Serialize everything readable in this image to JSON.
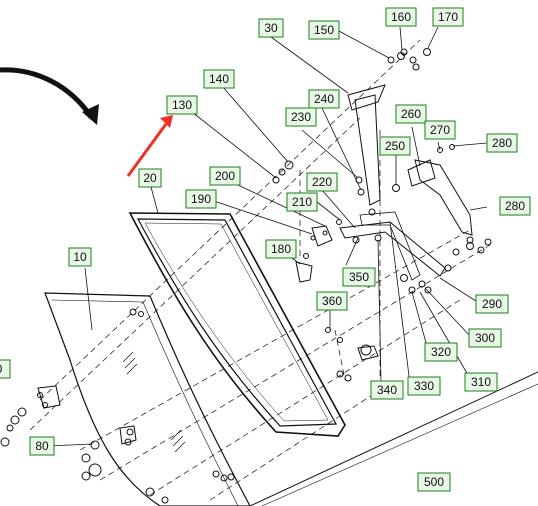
{
  "colors": {
    "callout_border": "#1a7f1a",
    "callout_fill": "#e8f7e6",
    "line": "#111111",
    "arrow_red": "#ee3124",
    "background": "#ffffff"
  },
  "callouts": [
    {
      "id": "c10",
      "label": "10"
    },
    {
      "id": "c20",
      "label": "20"
    },
    {
      "id": "c30",
      "label": "30"
    },
    {
      "id": "c80",
      "label": "80"
    },
    {
      "id": "c130",
      "label": "130"
    },
    {
      "id": "c140",
      "label": "140"
    },
    {
      "id": "c150",
      "label": "150"
    },
    {
      "id": "c160",
      "label": "160"
    },
    {
      "id": "c170",
      "label": "170"
    },
    {
      "id": "c180",
      "label": "180"
    },
    {
      "id": "c190",
      "label": "190"
    },
    {
      "id": "c200",
      "label": "200"
    },
    {
      "id": "c210",
      "label": "210"
    },
    {
      "id": "c220",
      "label": "220"
    },
    {
      "id": "c230",
      "label": "230"
    },
    {
      "id": "c240",
      "label": "240"
    },
    {
      "id": "c250",
      "label": "250"
    },
    {
      "id": "c260",
      "label": "260"
    },
    {
      "id": "c270",
      "label": "270"
    },
    {
      "id": "c280a",
      "label": "280"
    },
    {
      "id": "c280b",
      "label": "280"
    },
    {
      "id": "c290",
      "label": "290"
    },
    {
      "id": "c300",
      "label": "300"
    },
    {
      "id": "c310",
      "label": "310"
    },
    {
      "id": "c320",
      "label": "320"
    },
    {
      "id": "c330",
      "label": "330"
    },
    {
      "id": "c340",
      "label": "340"
    },
    {
      "id": "c350",
      "label": "350"
    },
    {
      "id": "c360",
      "label": "360"
    },
    {
      "id": "c500",
      "label": "500"
    },
    {
      "id": "c0",
      "label": "0"
    }
  ]
}
